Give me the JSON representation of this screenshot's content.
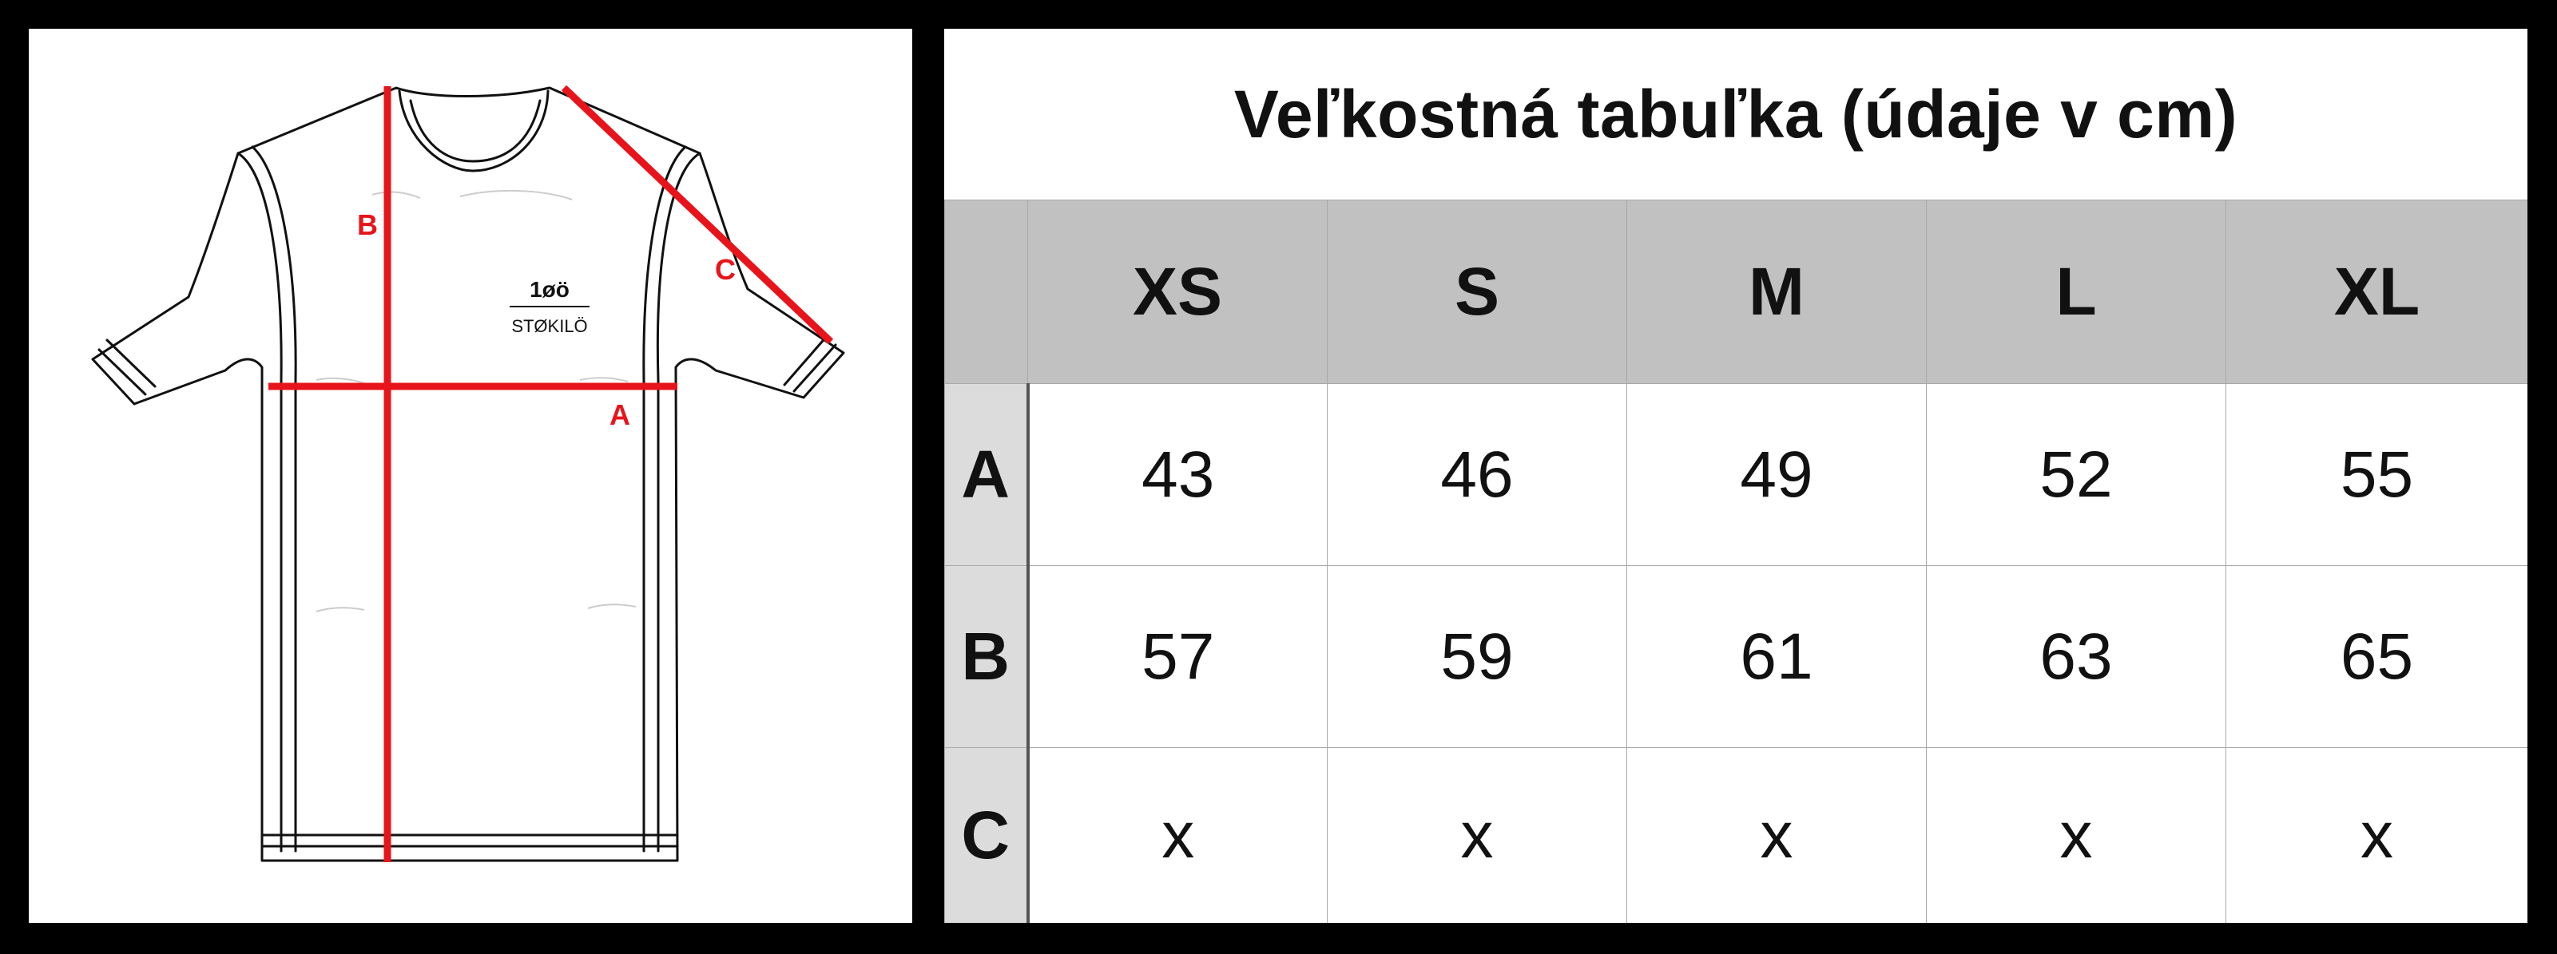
{
  "illustration": {
    "garment_icon": "tshirt-outline-icon",
    "brand_mark": "1øö",
    "brand_name": "STØKILÖ",
    "measure_color": "#e8141b",
    "labels": {
      "a": "A",
      "b": "B",
      "c": "C"
    }
  },
  "size_chart": {
    "title": "Veľkostná tabuľka (údaje v cm)",
    "corner": "",
    "sizes": [
      "XS",
      "S",
      "M",
      "L",
      "XL"
    ],
    "rows": [
      {
        "label": "A",
        "values": [
          "43",
          "46",
          "49",
          "52",
          "55"
        ]
      },
      {
        "label": "B",
        "values": [
          "57",
          "59",
          "61",
          "63",
          "65"
        ]
      },
      {
        "label": "C",
        "values": [
          "x",
          "x",
          "x",
          "x",
          "x"
        ]
      }
    ],
    "header_bg": "#c0c1c0",
    "row_head_bg": "#dcdcdc"
  }
}
